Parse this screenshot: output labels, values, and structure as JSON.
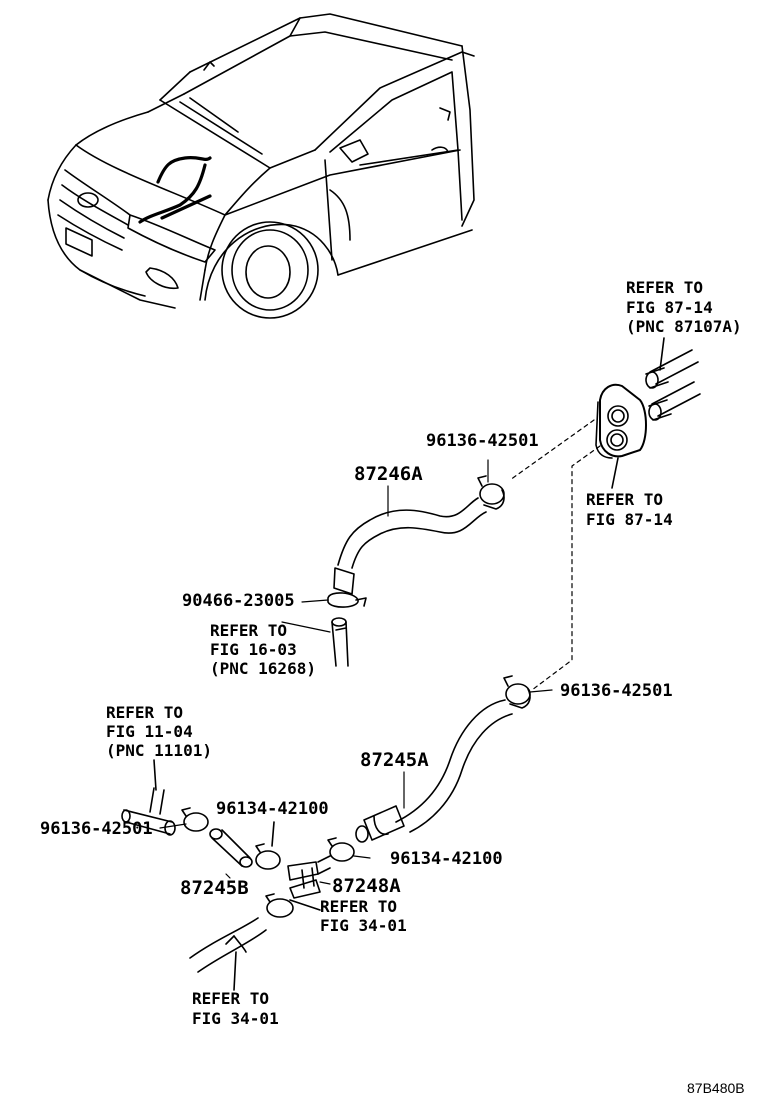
{
  "diagram": {
    "code": "87B480B",
    "labels": {
      "hose_upper": "87246A",
      "hose_main": "87245A",
      "hose_small": "87245B",
      "joint": "87248A",
      "clamp_upper": "96136-42501",
      "clamp_mid": "96136-42501",
      "clamp_left": "96136-42501",
      "clamp_bottom_hose": "90466-23005",
      "clamp_small_a": "96134-42100",
      "clamp_small_b": "96134-42100"
    },
    "refs": {
      "top_right": [
        "REFER TO",
        "FIG 87-14",
        "(PNC 87107A)"
      ],
      "grommet": [
        "REFER TO",
        "FIG 87-14"
      ],
      "fig16": [
        "REFER TO",
        "FIG 16-03",
        "(PNC 16268)"
      ],
      "fig11": [
        "REFER TO",
        "FIG 11-04",
        "(PNC 11101)"
      ],
      "fig34a": [
        "REFER TO",
        "FIG 34-01"
      ],
      "fig34b": [
        "REFER TO",
        "FIG 34-01"
      ]
    }
  }
}
